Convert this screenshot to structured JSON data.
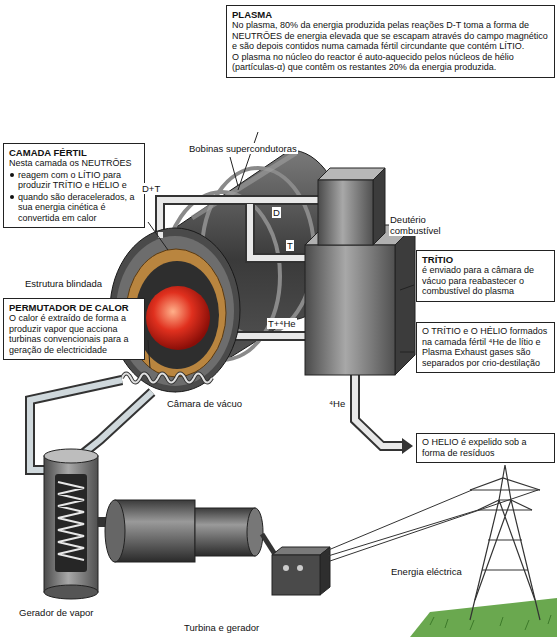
{
  "diagram": {
    "nodes": [
      {
        "text": [
          "PLASMA",
          "No plasma, 80% da energia produzida pelas reações D-T toma a forma de NEUTRÕES de energia elevada que se escapam através do campo magnético e são depois contidos numa camada fértil circundante que contém LÍTIO.",
          "O plasma no núcleo do reactor é auto-aquecido pelos núcleos de hélio (partículas-α) que contêm os restantes 20% da energia produzida."
        ]
      },
      {
        "text": [
          "CAMADA FÉRTIL",
          "Nesta camada os NEUTRÕES",
          "reagem com o LÍTIO para produzir TRÍTIO e HÉLIO e",
          "quando são deracelerados, a sua energia cinética é convertida em calor"
        ]
      },
      {
        "text": [
          "TRÍTIO",
          "é enviado para a câmara de vácuo para reabastecer o combustível do plasma"
        ]
      },
      {
        "text": [
          "PERMUTADOR DE CALOR",
          "O calor é extraído de forma a produzir vapor que acciona turbinas convencionais para a geração de electricidade"
        ]
      },
      {
        "text": [
          "O TRÍTIO e O HÉLIO formados na camada fértil ⁴He de lítio e Plasma Exhaust gases são separados por crio-destilação"
        ]
      },
      {
        "text": [
          "O HELIO é expelido sob a forma de resíduos"
        ]
      }
    ],
    "labels": [
      "Bobinas supercondutoras",
      "D+T",
      "D",
      "Deutério combustível",
      "Estrutura blindada",
      "T",
      "T+⁴He",
      "⁴He",
      "Câmara de vácuo",
      "Energia eléctrica",
      "Gerador de vapor",
      "Turbina e gerador"
    ]
  }
}
